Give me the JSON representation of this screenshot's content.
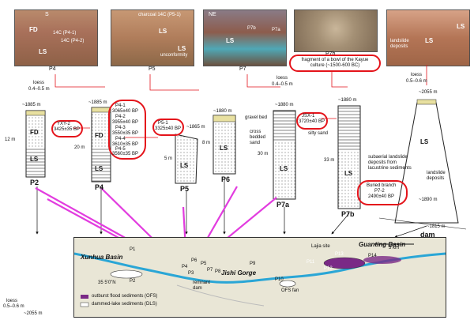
{
  "photos": {
    "p4": {
      "caption": "P4",
      "s": "S",
      "fd": "FD",
      "c1": "14C (P4-1)",
      "c2": "14C (P4-2)",
      "ls": "LS"
    },
    "p5": {
      "caption": "P5",
      "charcoal": "charcoal 14C (P5-1)",
      "ls1": "LS",
      "ls2": "LS",
      "unconf": "unconformity"
    },
    "p7": {
      "caption": "P7",
      "ne": "NE",
      "p7b": "P7b",
      "p7a": "P7a",
      "ls": "LS"
    },
    "p7b": {
      "caption": "P7b",
      "fragment": "fragment of a bowl of the Kayue culture (~1500-600 BC)"
    },
    "land": {
      "title": "landslide deposits",
      "ls1": "LS",
      "ls2": "LS"
    }
  },
  "sections": {
    "p2": {
      "name": "P2",
      "elev": "~1885 m",
      "loess": "loess",
      "loess_thick": "0.4–0.5 m",
      "thickness": "12 m",
      "fd": "FD",
      "ls": "LS",
      "sample": "YXY-2",
      "age": "3425±35 BP"
    },
    "p4": {
      "name": "P4",
      "elev": "~1885 m",
      "thickness": "20 m",
      "fd": "FD",
      "ls": "LS",
      "ages": [
        "P4-1",
        "3065±40 BP",
        "P4-2",
        "3955±40 BP",
        "P4-3",
        "3550±35 BP",
        "P4-4",
        "3610±35 BP",
        "P4-5",
        "3560±35 BP"
      ]
    },
    "p5": {
      "name": "P5",
      "elev": "~1865 m",
      "thickness": "5 m",
      "ls": "LS",
      "sample": "P5-1",
      "age": "3325±40 BP"
    },
    "p6": {
      "name": "P6",
      "elev": "~1880 m",
      "thickness": "8 m",
      "ls": "LS",
      "gravel": "gravel bed"
    },
    "p7a": {
      "name": "P7a",
      "elev": "~1880 m",
      "thickness": "30 m",
      "ls": "LS",
      "sample": "JSX-1",
      "age": "3720±40 BP",
      "cross": "cross bedded sand",
      "loess": "loess",
      "loess_thick": "0.4–0.5 m"
    },
    "p7b": {
      "name": "P7b",
      "elev": "~1880 m",
      "thickness": "33 m",
      "ls": "LS",
      "silty": "silty sand",
      "subaerial": "subaerial landslide deposits from lacustrine sediments",
      "branch": "Buried branch",
      "branch_id": "P7-2",
      "branch_age": "2490±40 BP"
    },
    "dam": {
      "name": "dam",
      "elev_top": "~2055 m",
      "loess": "loess",
      "loess_thick": "0.5–0.6 m",
      "ls": "LS",
      "deposits": "landslide deposits",
      "elev_mid": "~1890 m",
      "elev_low": "~1815 m"
    }
  },
  "map": {
    "xunhua": "Xunhua Basin",
    "guanting": "Guanting Basin",
    "jishi": "Jishi Gorge",
    "lajia": "Lajia site",
    "remnant": "remnant dam",
    "ofs_fan": "OFS fan",
    "lat": "35 5'0\"N",
    "scale": "5 km",
    "points": [
      "P1",
      "P2",
      "P3",
      "P4",
      "P5",
      "P6",
      "P7",
      "P8",
      "P9",
      "P10",
      "P11",
      "P12",
      "P13",
      "P14"
    ],
    "legend_ofs": "outburst flood sediments (OFS)",
    "legend_dls": "dammed-lake sediments (DLS)"
  },
  "bottom_left": {
    "loess": "loess",
    "loess_thick": "0.5–0.6 m",
    "elev": "~2055 m"
  },
  "colors": {
    "red": "#e4141b",
    "magenta": "#e23cdf",
    "river": "#2aa6d6",
    "ofs": "#7a2a86"
  }
}
